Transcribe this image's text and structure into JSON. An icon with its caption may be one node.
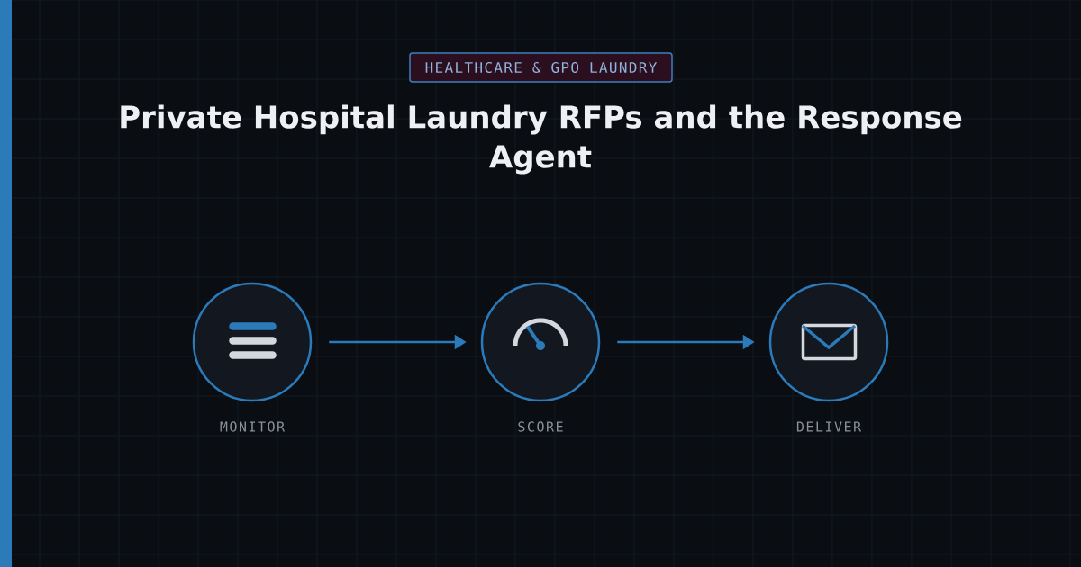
{
  "diagram": {
    "title": "Private Hospital Laundry RFPs and the Response Agent",
    "nodes": [
      {
        "text": [
          "HEALTHCARE & GPO LAUNDRY"
        ]
      },
      {
        "text": [],
        "shape": "circle",
        "beside": [
          "MONITOR"
        ]
      },
      {
        "text": [],
        "shape": "circle",
        "beside": [
          "SCORE"
        ]
      },
      {
        "text": [],
        "shape": "circle",
        "beside": [
          "DELIVER"
        ]
      }
    ],
    "edges": [
      {
        "from": 1,
        "to": 2,
        "arrow": "to"
      },
      {
        "from": 2,
        "to": 3,
        "arrow": "to"
      }
    ]
  }
}
